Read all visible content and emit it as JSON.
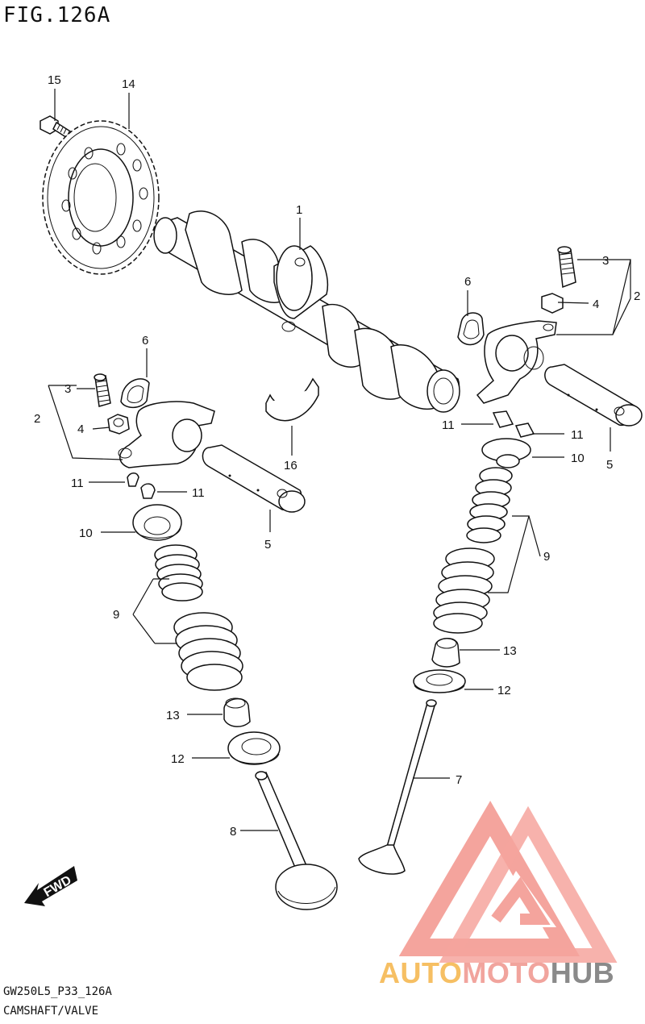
{
  "figure_title": "FIG.126A",
  "footer": {
    "model_code": "GW250L5_P33_126A",
    "section_name": "CAMSHAFT/VALVE"
  },
  "fwd_label": "FWD",
  "brand": {
    "part1": "AUTO",
    "part2": "MOTO",
    "part3": "HUB",
    "colors": {
      "auto": "#f6bf63",
      "moto": "#f1a49d",
      "hub": "#8a8a8a",
      "logo": "#f4a098"
    }
  },
  "callouts": [
    {
      "id": "c15",
      "number": "15"
    },
    {
      "id": "c14",
      "number": "14"
    },
    {
      "id": "c1",
      "number": "1"
    },
    {
      "id": "c6r",
      "number": "6"
    },
    {
      "id": "c3r",
      "number": "3"
    },
    {
      "id": "c4r",
      "number": "4"
    },
    {
      "id": "c2r",
      "number": "2"
    },
    {
      "id": "c6l",
      "number": "6"
    },
    {
      "id": "c3l",
      "number": "3"
    },
    {
      "id": "c2l",
      "number": "2"
    },
    {
      "id": "c4l",
      "number": "4"
    },
    {
      "id": "c11a",
      "number": "11"
    },
    {
      "id": "c11b",
      "number": "11"
    },
    {
      "id": "c11c",
      "number": "11"
    },
    {
      "id": "c11d",
      "number": "11"
    },
    {
      "id": "c10l",
      "number": "10"
    },
    {
      "id": "c10r",
      "number": "10"
    },
    {
      "id": "c5l",
      "number": "5"
    },
    {
      "id": "c5r",
      "number": "5"
    },
    {
      "id": "c16",
      "number": "16"
    },
    {
      "id": "c9l",
      "number": "9"
    },
    {
      "id": "c9r",
      "number": "9"
    },
    {
      "id": "c13l",
      "number": "13"
    },
    {
      "id": "c13r",
      "number": "13"
    },
    {
      "id": "c12l",
      "number": "12"
    },
    {
      "id": "c12r",
      "number": "12"
    },
    {
      "id": "c7",
      "number": "7"
    },
    {
      "id": "c8",
      "number": "8"
    }
  ]
}
